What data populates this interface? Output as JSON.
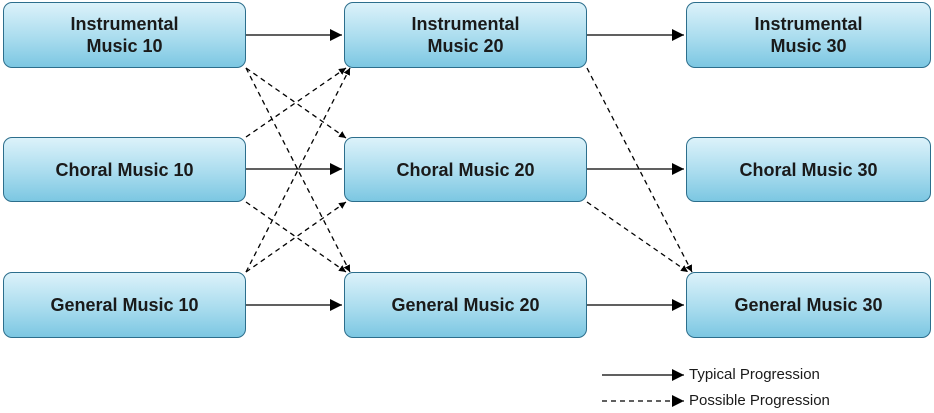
{
  "nodes": {
    "instrumental_10": "Instrumental\nMusic 10",
    "instrumental_20": "Instrumental\nMusic 20",
    "instrumental_30": "Instrumental\nMusic 30",
    "choral_10": "Choral Music 10",
    "choral_20": "Choral Music 20",
    "choral_30": "Choral Music 30",
    "general_10": "General Music 10",
    "general_20": "General Music 20",
    "general_30": "General Music 30"
  },
  "edges": {
    "typical": [
      [
        "instrumental_10",
        "instrumental_20"
      ],
      [
        "instrumental_20",
        "instrumental_30"
      ],
      [
        "choral_10",
        "choral_20"
      ],
      [
        "choral_20",
        "choral_30"
      ],
      [
        "general_10",
        "general_20"
      ],
      [
        "general_20",
        "general_30"
      ]
    ],
    "possible": [
      [
        "instrumental_10",
        "choral_20"
      ],
      [
        "instrumental_10",
        "general_20"
      ],
      [
        "choral_10",
        "instrumental_20"
      ],
      [
        "choral_10",
        "general_20"
      ],
      [
        "general_10",
        "instrumental_20"
      ],
      [
        "general_10",
        "choral_20"
      ],
      [
        "instrumental_20",
        "general_30"
      ],
      [
        "choral_20",
        "general_30"
      ]
    ]
  },
  "legend": {
    "typical_label": "Typical Progression",
    "possible_label": "Possible Progression"
  },
  "colors": {
    "line": "#000000",
    "box_border": "#2c6e8c",
    "box_fill_top": "#dcf2fa",
    "box_fill_bottom": "#7cc7e2"
  }
}
